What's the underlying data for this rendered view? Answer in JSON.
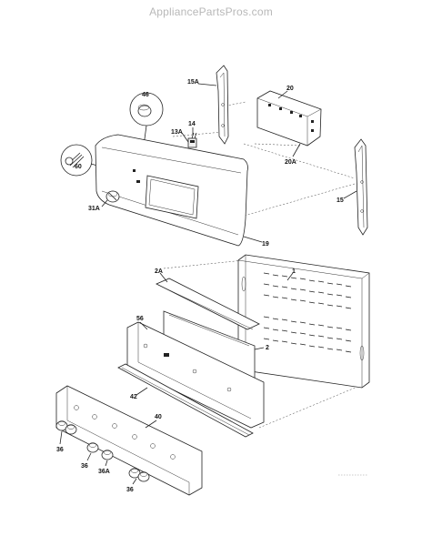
{
  "watermark": "AppliancePartsPros.com",
  "callouts": {
    "c46": "46",
    "c14": "14",
    "c13A": "13A",
    "c15A": "15A",
    "c20": "20",
    "c20A": "20A",
    "c60": "60",
    "c31A": "31A",
    "c19": "19",
    "c15": "15",
    "c2A": "2A",
    "c1": "1",
    "c56": "56",
    "c2": "2",
    "c42": "42",
    "c40": "40",
    "c36a": "36",
    "c36b": "36",
    "c36A": "36A",
    "c36c": "36"
  }
}
